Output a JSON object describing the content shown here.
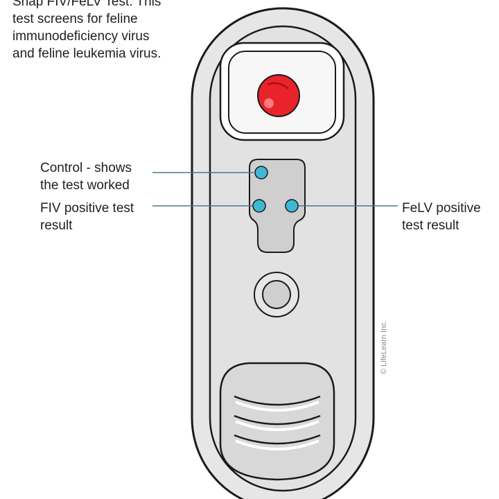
{
  "caption": "Snap FIV/FeLV Test. This\ntest screens for feline\nimmunodeficiency virus\nand feline leukemia virus.",
  "callouts": {
    "control": "Control - shows\nthe test worked",
    "fiv": "FIV positive test\nresult",
    "felv": "FeLV positive\ntest result"
  },
  "credit": "© LifeLearn Inc.",
  "colors": {
    "sample_well": "#e8232a",
    "result_spot": "#3fb8d6",
    "leader_line": "#4a7a8a",
    "device_body": "#e4e4e4",
    "device_outline": "#1a1a1a"
  }
}
